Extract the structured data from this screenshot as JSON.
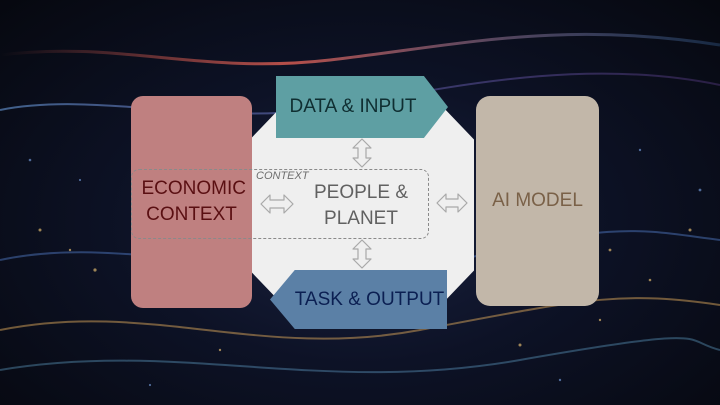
{
  "diagram": {
    "economic_context": "ECONOMIC CONTEXT",
    "ai_model": "AI MODEL",
    "data_input": "DATA & INPUT",
    "task_output": "TASK & OUTPUT",
    "people_planet": "PEOPLE & PLANET",
    "context": "CONTEXT"
  },
  "colors": {
    "economic_context": "#bf8080",
    "ai_model": "#c2b7a9",
    "data_input": "#5e9fa3",
    "task_output": "#5b80a6",
    "people_planet": "#efefef"
  },
  "icons": [
    "double-arrow-vertical-icon",
    "double-arrow-horizontal-icon"
  ]
}
